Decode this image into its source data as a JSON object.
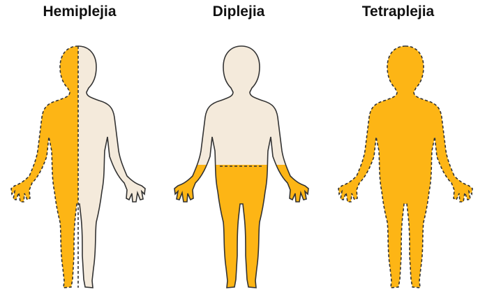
{
  "colors": {
    "affected": "#FDB515",
    "unaffected": "#F4EADB",
    "outline": "#333333"
  },
  "figures": [
    {
      "key": "hemiplegia",
      "label": "Hemiplejia",
      "affected_region": "left-half"
    },
    {
      "key": "diplegia",
      "label": "Diplejia",
      "affected_region": "lower-body"
    },
    {
      "key": "tetraplegia",
      "label": "Tetraplejia",
      "affected_region": "whole-body"
    }
  ]
}
